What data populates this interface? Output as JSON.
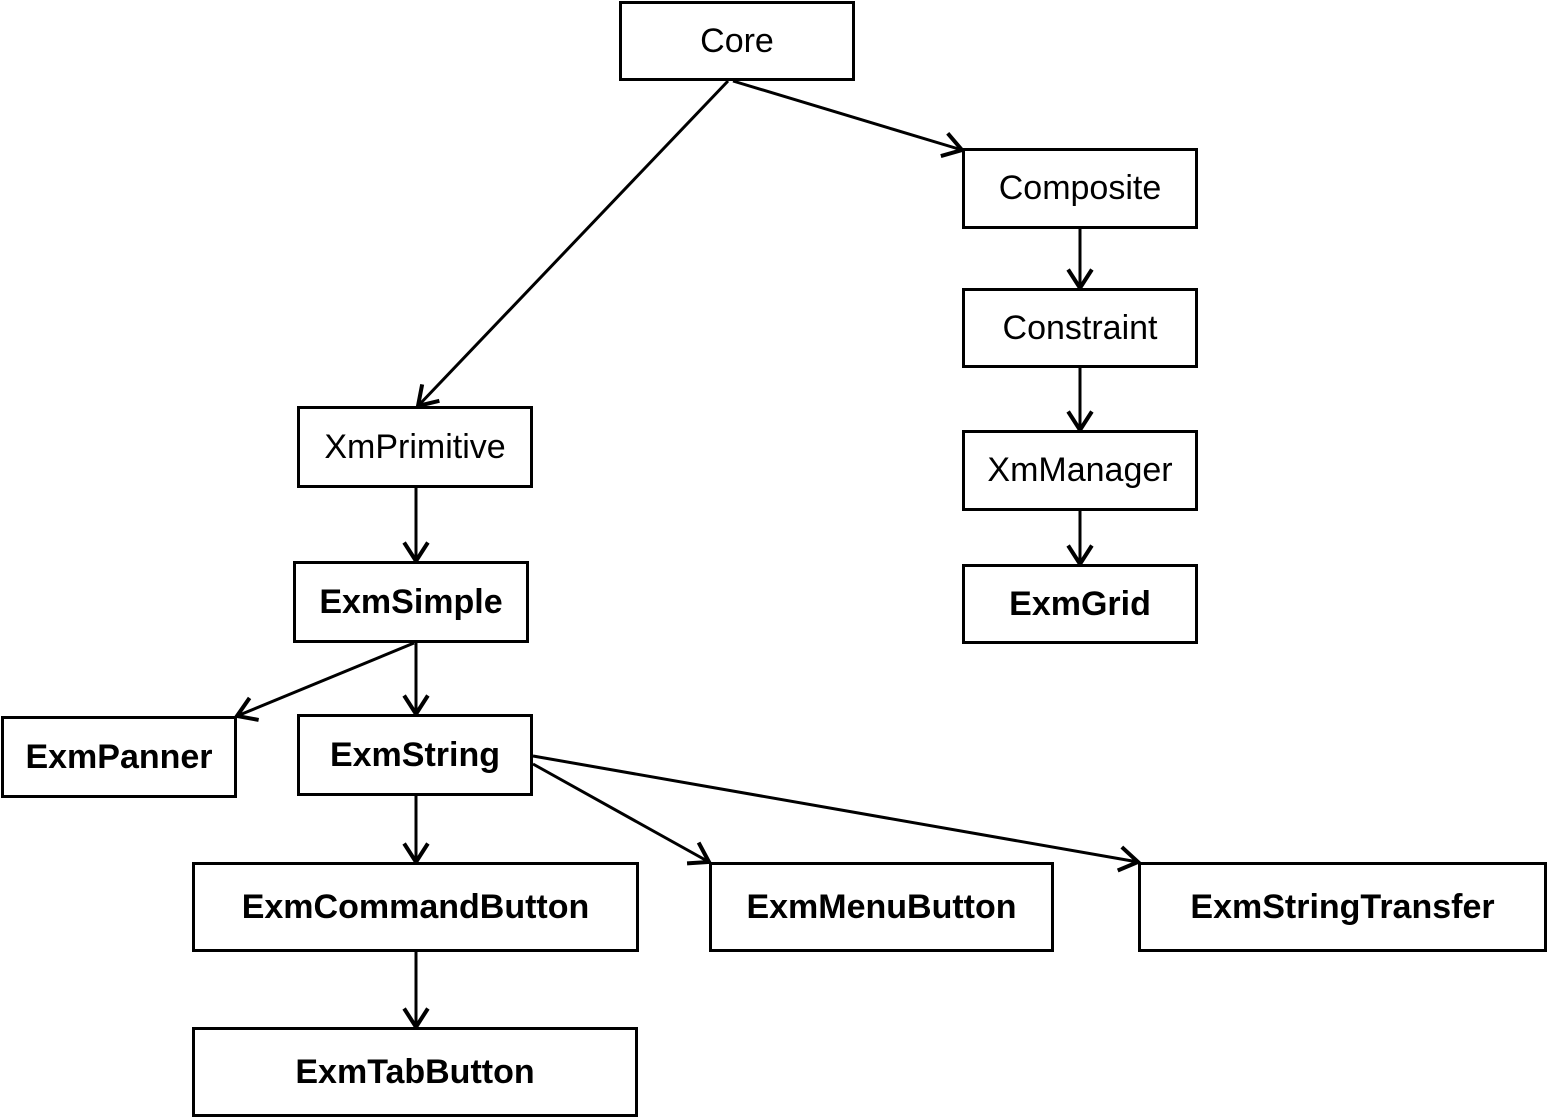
{
  "diagram": {
    "type": "class-hierarchy",
    "colors": {
      "stroke": "#000000",
      "background": "#ffffff",
      "text": "#000000"
    },
    "nodes": [
      {
        "id": "core",
        "label": "Core",
        "bold": false
      },
      {
        "id": "composite",
        "label": "Composite",
        "bold": false
      },
      {
        "id": "constraint",
        "label": "Constraint",
        "bold": false
      },
      {
        "id": "xmmanager",
        "label": "XmManager",
        "bold": false
      },
      {
        "id": "exmgrid",
        "label": "ExmGrid",
        "bold": true
      },
      {
        "id": "xmprimitive",
        "label": "XmPrimitive",
        "bold": false
      },
      {
        "id": "exmsimple",
        "label": "ExmSimple",
        "bold": true
      },
      {
        "id": "exmpanner",
        "label": "ExmPanner",
        "bold": true
      },
      {
        "id": "exmstring",
        "label": "ExmString",
        "bold": true
      },
      {
        "id": "exmcommandbutton",
        "label": "ExmCommandButton",
        "bold": true
      },
      {
        "id": "exmmenubutton",
        "label": "ExmMenuButton",
        "bold": true
      },
      {
        "id": "exmstringtransfer",
        "label": "ExmStringTransfer",
        "bold": true
      },
      {
        "id": "exmtabbutton",
        "label": "ExmTabButton",
        "bold": true
      }
    ],
    "edges": [
      {
        "from": "core",
        "to": "composite"
      },
      {
        "from": "core",
        "to": "xmprimitive"
      },
      {
        "from": "composite",
        "to": "constraint"
      },
      {
        "from": "constraint",
        "to": "xmmanager"
      },
      {
        "from": "xmmanager",
        "to": "exmgrid"
      },
      {
        "from": "xmprimitive",
        "to": "exmsimple"
      },
      {
        "from": "exmsimple",
        "to": "exmpanner"
      },
      {
        "from": "exmsimple",
        "to": "exmstring"
      },
      {
        "from": "exmstring",
        "to": "exmcommandbutton"
      },
      {
        "from": "exmstring",
        "to": "exmmenubutton"
      },
      {
        "from": "exmstring",
        "to": "exmstringtransfer"
      },
      {
        "from": "exmcommandbutton",
        "to": "exmtabbutton"
      }
    ]
  }
}
